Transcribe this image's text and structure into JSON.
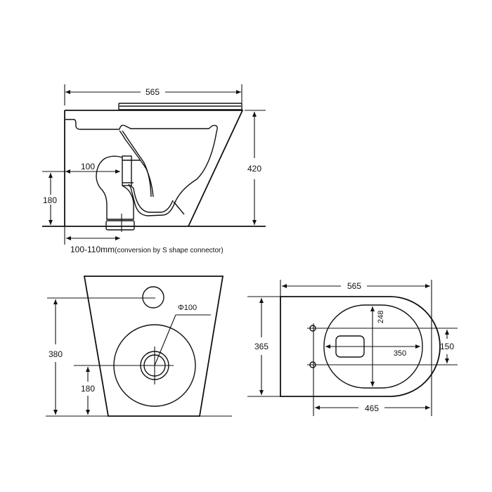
{
  "side_view": {
    "overall_length": "565",
    "overall_height": "420",
    "outlet_setback": "100",
    "outlet_height": "180",
    "floor_outlet_note_main": "100-110mm",
    "floor_outlet_note_sub": "(conversion by S shape connector)"
  },
  "rear_view": {
    "inlet_height": "380",
    "outlet_height": "180",
    "outlet_diameter": "Φ100"
  },
  "top_view": {
    "overall_length": "565",
    "overall_width": "365",
    "seat_opening_width": "248",
    "seat_opening_length": "350",
    "fixing_spacing": "150",
    "fixing_to_front": "465"
  }
}
